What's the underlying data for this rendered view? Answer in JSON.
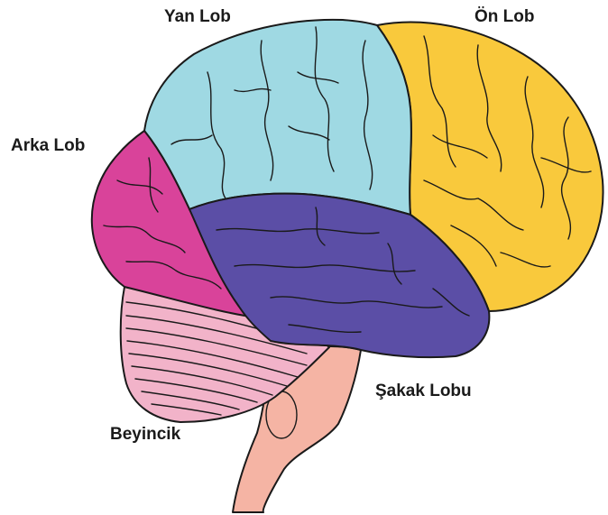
{
  "labels": {
    "parietal": "Yan Lob",
    "frontal": "Ön Lob",
    "occipital": "Arka Lob",
    "temporal": "Şakak Lobu",
    "cerebellum": "Beyincik"
  },
  "colors": {
    "parietal": "#9fd9e3",
    "frontal": "#f9c93c",
    "occipital": "#d9439a",
    "temporal": "#5b4ea6",
    "cerebellum": "#f2b3c9",
    "brainstem": "#f5b4a4",
    "outline": "#1a1a1a"
  }
}
